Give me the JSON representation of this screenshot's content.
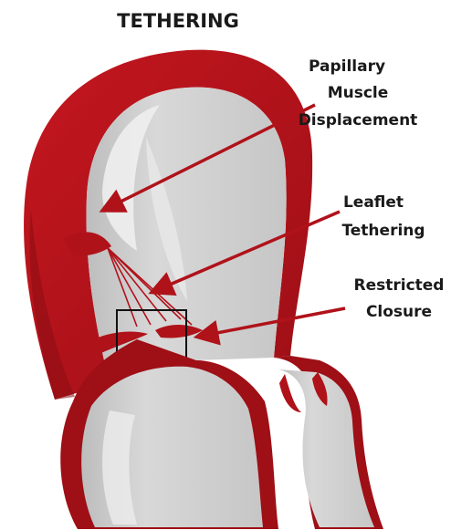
{
  "title": "TETHERING",
  "labels": {
    "papillary": [
      "Papillary",
      "Muscle",
      "Displacement"
    ],
    "leaflet": [
      "Leaflet",
      "Tethering"
    ],
    "restricted": [
      "Restricted",
      "Closure"
    ]
  },
  "colors": {
    "muscle_red": "#b0121a",
    "muscle_dark": "#7d0c10",
    "cavity_gray": "#cdcdcd",
    "cavity_light": "#e4e4e4",
    "text": "#1a1a1a",
    "highlight_box": "#111111"
  }
}
